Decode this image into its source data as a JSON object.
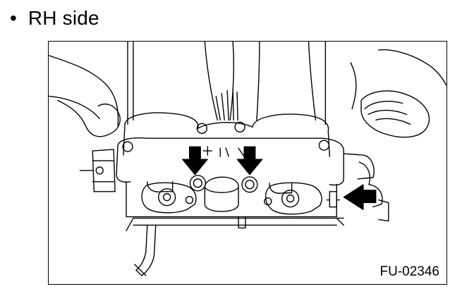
{
  "heading": {
    "bullet": "•",
    "text": "RH side"
  },
  "figure": {
    "code": "FU-02346",
    "arrow_count": 3
  },
  "colors": {
    "line": "#000000",
    "background": "#ffffff"
  }
}
